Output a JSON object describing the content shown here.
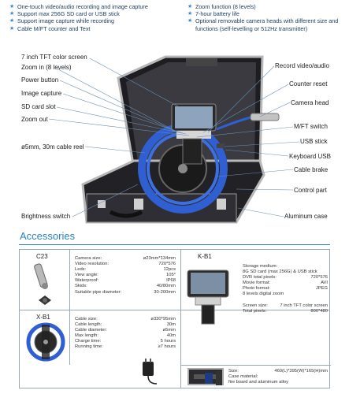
{
  "features": {
    "left": [
      "One-touch video/audio recording and image capture",
      "Support max 256G SD card or USB stick",
      "Support image capture while recording",
      "Cable M/FT counter and Text"
    ],
    "right": [
      "Zoom function (8 levels)",
      "7-hour battery life",
      "Optional removable camera heads with different size and functions (self-levelling or 512Hz transmitter)"
    ]
  },
  "callouts": {
    "left": {
      "screen": "7 inch TFT color screen",
      "zoom_in": "Zoom in (8 levels)",
      "power": "Power button",
      "image_capture": "Image capture",
      "sd_slot": "SD card slot",
      "zoom_out": "Zoom out",
      "cable_reel": "ø5mm, 30m cable reel",
      "brightness": "Brightness switch"
    },
    "right": {
      "record": "Record video/audio",
      "counter_reset": "Counter reset",
      "camera_head": "Camera head",
      "mft": "M/FT switch",
      "usb_stick": "USB stick",
      "keyboard_usb": "Keyboard USB",
      "cable_brake": "Cable brake",
      "control_part": "Control part",
      "aluminum_case": "Aluminum case"
    }
  },
  "accessories": {
    "title": "Accessories",
    "c23": {
      "name": "C23",
      "specs": [
        {
          "label": "Camera size:",
          "value": "ø23mm*134mm"
        },
        {
          "label": "Video resolution:",
          "value": "720*576"
        },
        {
          "label": "Leds:",
          "value": "12pcs"
        },
        {
          "label": "View angle:",
          "value": "105°"
        },
        {
          "label": "Waterproof:",
          "value": "IP68"
        },
        {
          "label": "Skids:",
          "value": "40/80mm"
        },
        {
          "label": "Suitable pipe diameter:",
          "value": "30-200mm"
        }
      ]
    },
    "kb1": {
      "name": "K-B1",
      "storage_lines": [
        "Storage medium:",
        "8G SD card (max 256G) & USB stick"
      ],
      "specs": [
        {
          "label": "DVR total pixels:",
          "value": "720*576"
        },
        {
          "label": "Movie format:",
          "value": "AVI"
        },
        {
          "label": "Photo format:",
          "value": "JPEG"
        }
      ],
      "zoom": "8 levels digital zoom",
      "specs2": [
        {
          "label": "Screen size:",
          "value": "7 inch TFT color screen"
        },
        {
          "label": "Total pixels:",
          "value": "800*480"
        }
      ]
    },
    "xb1": {
      "name": "X-B1",
      "specs": [
        {
          "label": "Cable size:",
          "value": "ø330*95mm"
        },
        {
          "label": "Cable length:",
          "value": "30m"
        },
        {
          "label": "Cable diameter:",
          "value": "ø5mm"
        },
        {
          "label": "Max length:",
          "value": "40m"
        },
        {
          "label": "Charge time:",
          "value": "5 hours"
        },
        {
          "label": "Running time:",
          "value": "≥7 hours"
        }
      ]
    },
    "case": {
      "size_label": "Size:",
      "size_value": "460(L)*395(W)*165(H)mm",
      "material_label": "Case material:",
      "material_value": "fire board and aluminum alloy"
    }
  },
  "colors": {
    "accent": "#2a83c4",
    "case": "#2c2c30",
    "cable": "#2f5fd0"
  }
}
